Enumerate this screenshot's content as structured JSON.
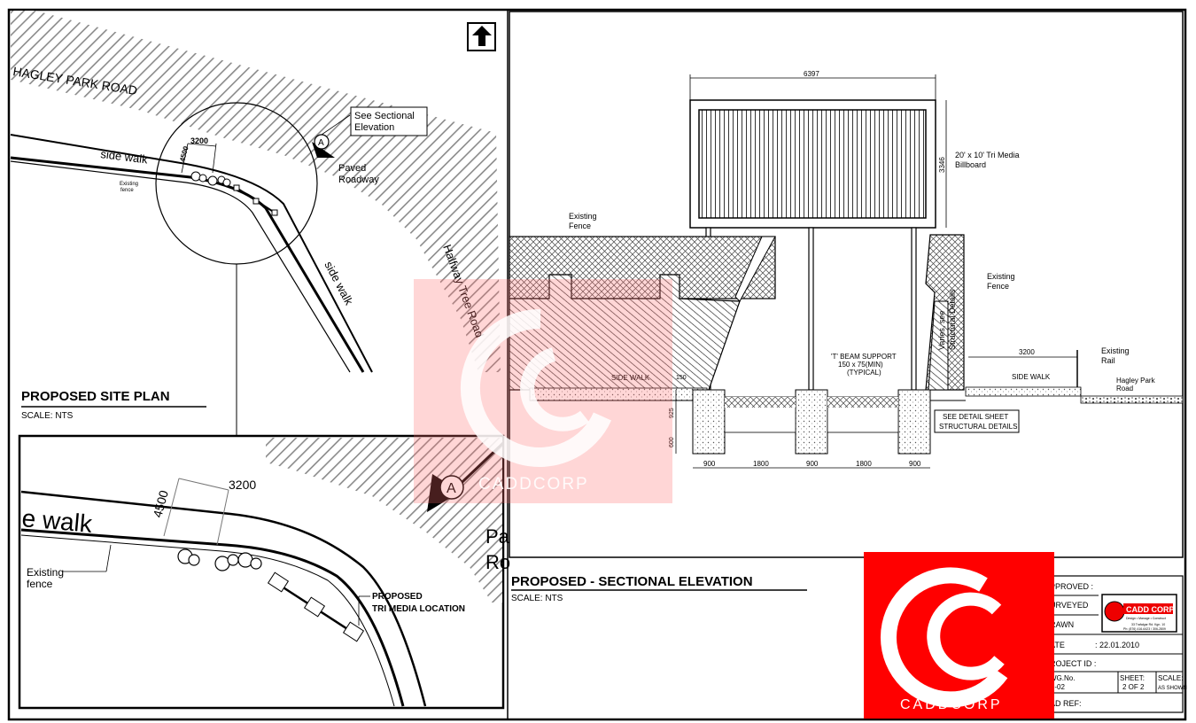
{
  "site_plan": {
    "title": "PROPOSED SITE PLAN",
    "scale": "SCALE:  NTS",
    "road_hagley": "HAGLEY PARK ROAD",
    "sidewalk_1": "side walk",
    "sidewalk_2": "side walk",
    "paved_1": "Paved",
    "paved_2": "Roadway",
    "halfway": "Halfway Tree Road",
    "callout_1": "See Sectional",
    "callout_2": "Elevation",
    "marker": "A",
    "dim_width": "3200",
    "dim_depth": "4500",
    "fence_1": "Existing",
    "fence_2": "fence"
  },
  "detail_view": {
    "sidewalk": "e walk",
    "dim_width": "3200",
    "dim_depth": "4500",
    "fence_1": "Existing",
    "fence_2": "fence",
    "location_1": "PROPOSED",
    "location_2": "TRI MEDIA LOCATION",
    "marker": "A",
    "road_1": "Pa",
    "road_2": "Ro"
  },
  "elevation": {
    "title": "PROPOSED - SECTIONAL ELEVATION",
    "scale": "SCALE:  NTS",
    "dim_top": "6397",
    "dim_height": "3346",
    "billboard_1": "20' x 10' Tri Media",
    "billboard_2": "Billboard",
    "fence_left_1": "Existing",
    "fence_left_2": "Fence",
    "fence_right_1": "Existing",
    "fence_right_2": "Fence",
    "structural_1": "Varies, see",
    "structural_2": "Structural Details",
    "beam_1": "'T' BEAM SUPPORT",
    "beam_2": "150 x 75(MIN)",
    "beam_3": "(TYPICAL)",
    "sidewalk_left": "SIDE WALK",
    "sidewalk_right": "SIDE WALK",
    "dim_3200": "3200",
    "rail_1": "Existing",
    "rail_2": "Rail",
    "hagley_1": "Hagley Park",
    "hagley_2": "Road",
    "detail_sheet_1": "SEE DETAIL SHEET",
    "detail_sheet_2": "STRUCTURAL DETAILS",
    "dim_150": "150",
    "dim_925": "925",
    "dim_600": "600",
    "bottom_dims": [
      "900",
      "1800",
      "900",
      "1800",
      "900"
    ]
  },
  "title_block": {
    "approved": "PPROVED   :",
    "surveyed": "URVEYED",
    "drawn": "RAWN",
    "date_label": "ATE",
    "date_value": ":   22.01.2010",
    "project": "ROJECT ID  :",
    "dwg_label": "WG.No.",
    "dwg_value": "S-02",
    "sheet_label": "SHEET:",
    "sheet_value": "2 OF 2",
    "scale_label": "SCALE:",
    "scale_value": "AS SHOWN",
    "cad_ref": "AD  REF:",
    "company": "CADD CORP",
    "company_tag": "Design  •  Manage  •  Construct",
    "company_addr": "33 Trafalgar Rd. Kgn. 10",
    "company_phone": "Ph: (876) 416-6423 / 306-2809"
  },
  "watermark": {
    "center_text": "CADDCORP",
    "logo_text": "CADDCORP"
  }
}
